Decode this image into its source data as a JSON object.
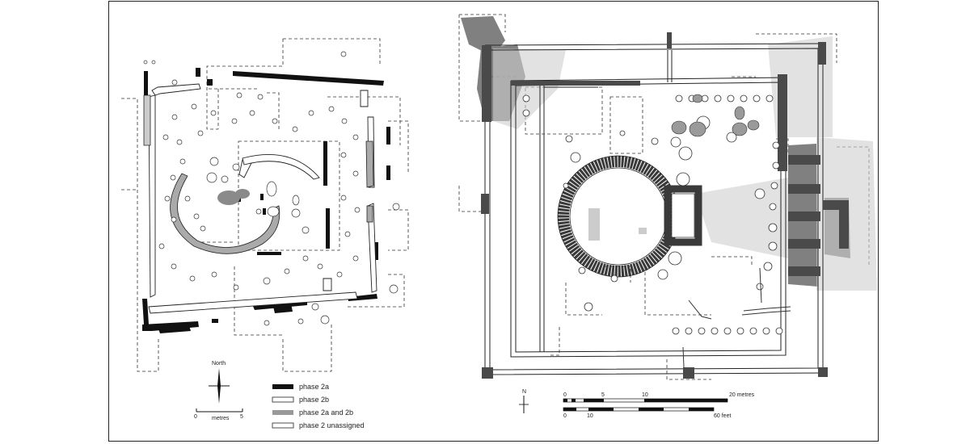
{
  "plan_left": {
    "north_label": "North",
    "scale": {
      "ticks": [
        "0",
        "5"
      ],
      "unit": "metres"
    },
    "legend": [
      {
        "label": "phase 2a",
        "swatch": "#111111"
      },
      {
        "label": "phase 2b",
        "swatch": "#ffffff"
      },
      {
        "label": "phase 2a and 2b",
        "swatch": "#999999"
      },
      {
        "label": "phase 2 unassigned",
        "swatch": "#ffffff"
      }
    ]
  },
  "plan_right": {
    "north_label": "N",
    "scale_metres": {
      "ticks": [
        "0",
        "5",
        "10",
        "20 metres"
      ]
    },
    "scale_feet": {
      "ticks": [
        "0",
        "10",
        "60 feet"
      ]
    }
  },
  "colors": {
    "ink": "#222222",
    "grey_fill": "#999999",
    "background": "#ffffff"
  }
}
